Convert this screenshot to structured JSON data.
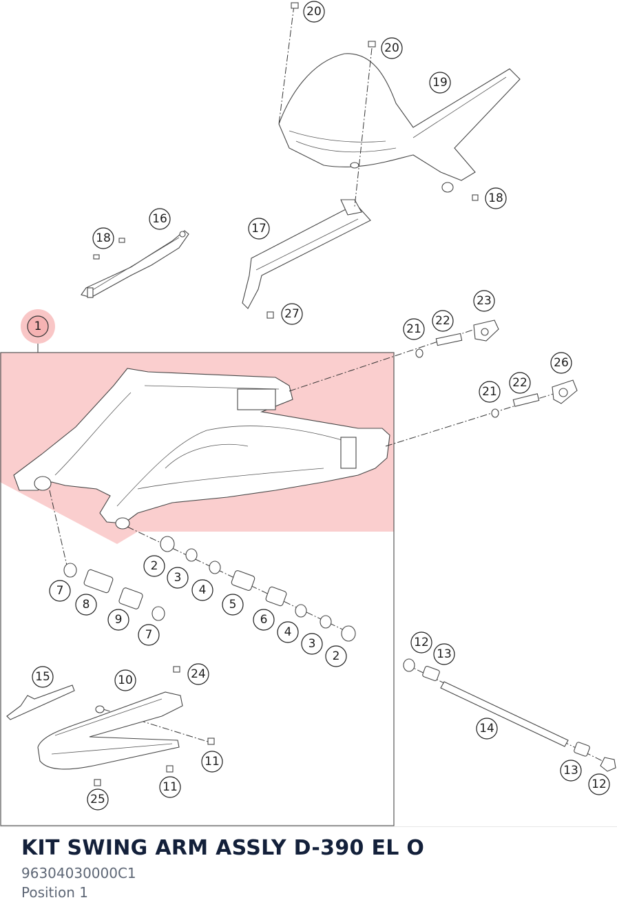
{
  "diagram": {
    "callouts": [
      "20",
      "20",
      "19",
      "18",
      "16",
      "18",
      "17",
      "27",
      "1",
      "23",
      "22",
      "21",
      "26",
      "22",
      "21",
      "2",
      "3",
      "4",
      "5",
      "6",
      "4",
      "3",
      "2",
      "7",
      "8",
      "9",
      "7",
      "12",
      "13",
      "14",
      "13",
      "12",
      "15",
      "10",
      "24",
      "11",
      "11",
      "25"
    ],
    "highlight_color": "#f6b3b3"
  },
  "kit": {
    "title": "KIT SWING ARM ASSLY D-390 EL O",
    "part_number": "96304030000C1",
    "position": "Position 1"
  }
}
